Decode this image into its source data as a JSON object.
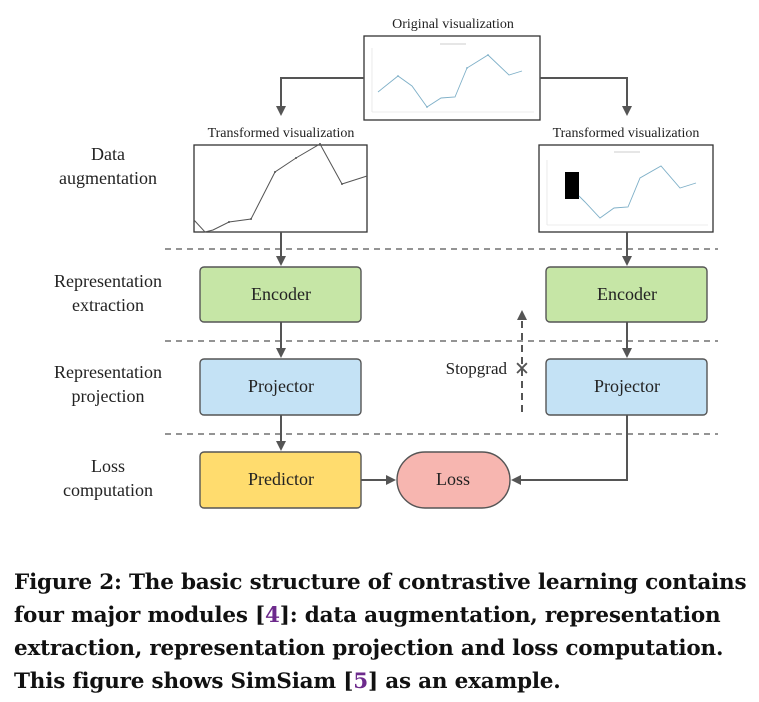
{
  "diagram": {
    "original_title": "Original visualization",
    "transformed_title_left": "Transformed visualization",
    "transformed_title_right": "Transformed visualization",
    "rows": {
      "augmentation": [
        "Data",
        "augmentation"
      ],
      "extraction": [
        "Representation",
        "extraction"
      ],
      "projection": [
        "Representation",
        "projection"
      ],
      "loss": [
        "Loss",
        "computation"
      ]
    },
    "encoder_left": "Encoder",
    "encoder_right": "Encoder",
    "projector_left": "Projector",
    "projector_right": "Projector",
    "predictor": "Predictor",
    "loss": "Loss",
    "stopgrad": "Stopgrad",
    "stopgrad_symbol": "✕",
    "colors": {
      "encoder": "#c6e6a6",
      "projector": "#c4e2f5",
      "predictor": "#ffdc6e",
      "loss": "#f7b6b0",
      "arrow": "#555555",
      "box_stroke": "#555555",
      "chart_line": "#7fb0c8"
    }
  },
  "caption": {
    "prefix": "Figure 2: The basic structure of contrastive learning contains four major modules [",
    "ref1": "4",
    "middle": "]: data augmentation, representation extraction, representation projection and loss computation. This figure shows SimSiam [",
    "ref2": "5",
    "suffix": "] as an example."
  }
}
